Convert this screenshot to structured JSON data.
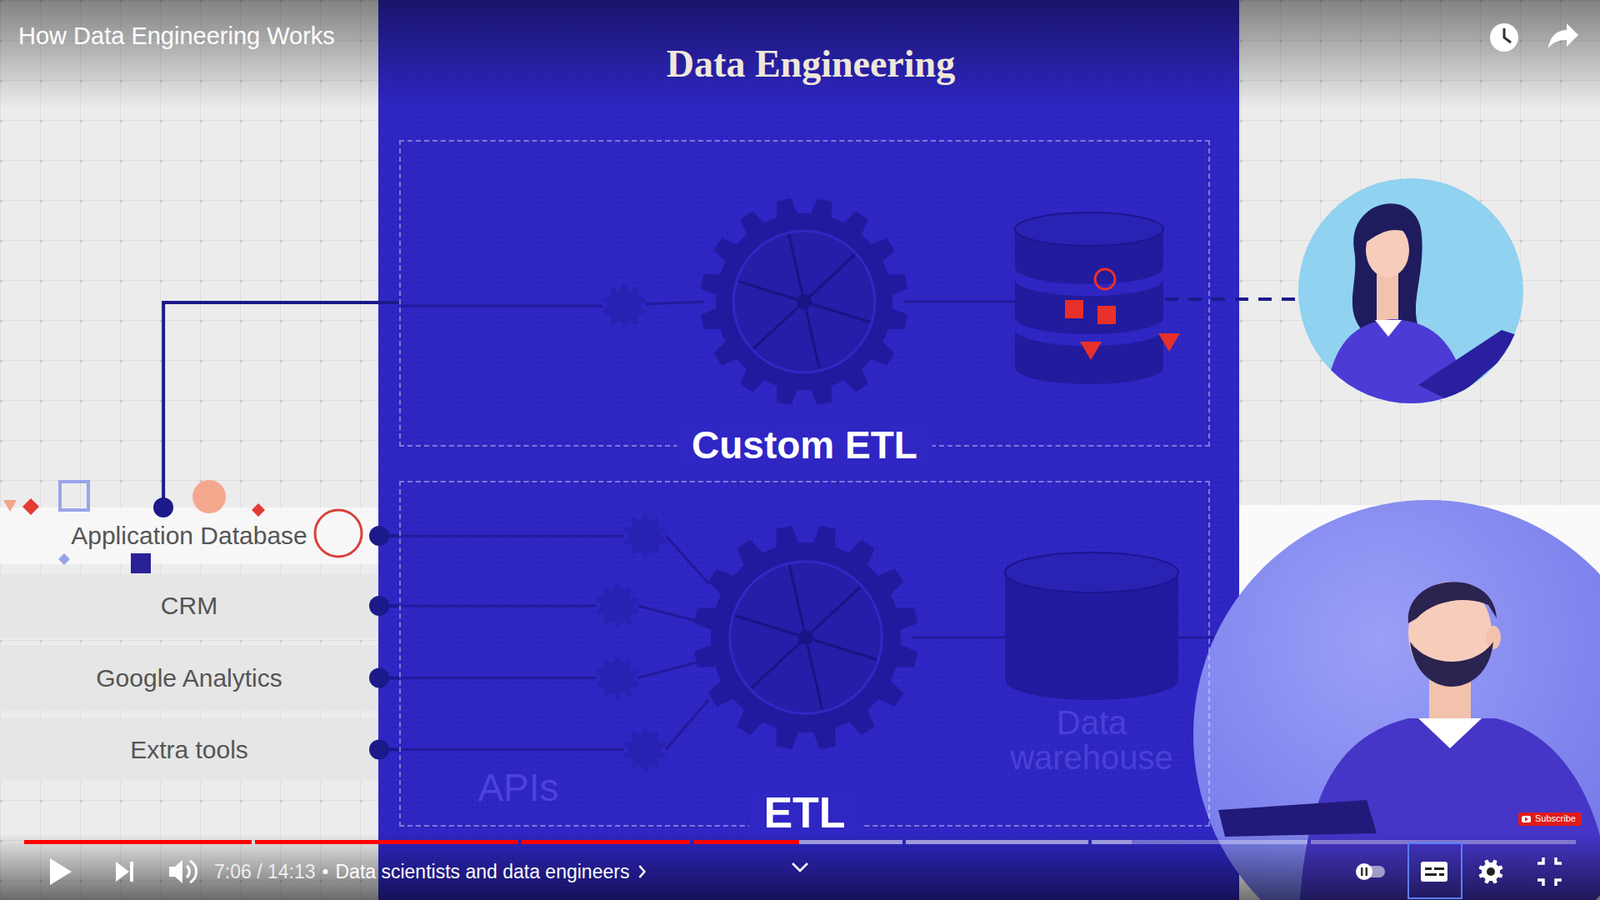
{
  "diagram": {
    "title": "Data Engineering",
    "nodes": [
      {
        "text": [
          "Custom ETL"
        ]
      },
      {
        "text": [
          "Application Database"
        ]
      },
      {
        "text": [
          "CRM"
        ]
      },
      {
        "text": [
          "Google Analytics"
        ]
      },
      {
        "text": [
          "Extra tools"
        ]
      },
      {
        "text": [
          "ETL"
        ]
      },
      {
        "text": [
          "Data warehouse"
        ],
        "in": 5
      }
    ],
    "edges": [
      {
        "from": 1,
        "to": 0,
        "arrow": "none"
      },
      {
        "from": 1,
        "to": 5,
        "arrow": "none"
      },
      {
        "from": 2,
        "to": 5,
        "arrow": "none"
      },
      {
        "from": 3,
        "to": 5,
        "arrow": "none"
      },
      {
        "from": 4,
        "to": 5,
        "arrow": "none"
      }
    ],
    "labels": [
      "How Data Engineering Works",
      "APIs",
      "Subscribe",
      "7:06 / 14:13",
      "Data scientists and data engineers"
    ]
  }
}
